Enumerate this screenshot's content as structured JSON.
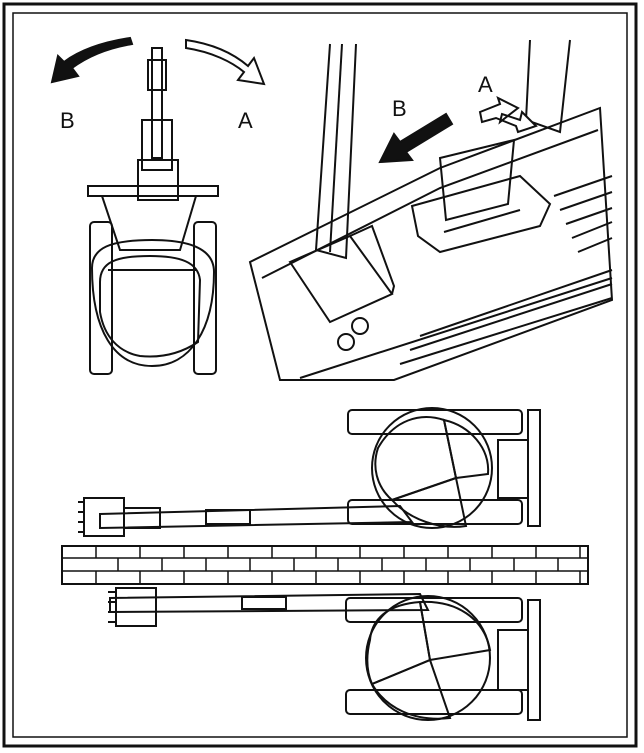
{
  "labels": {
    "top_left_b": "B",
    "top_left_a": "A",
    "top_right_b": "B",
    "top_right_a": "A"
  },
  "colors": {
    "ink": "#111111",
    "paper": "#ffffff",
    "shade": "#d9d9d9"
  }
}
